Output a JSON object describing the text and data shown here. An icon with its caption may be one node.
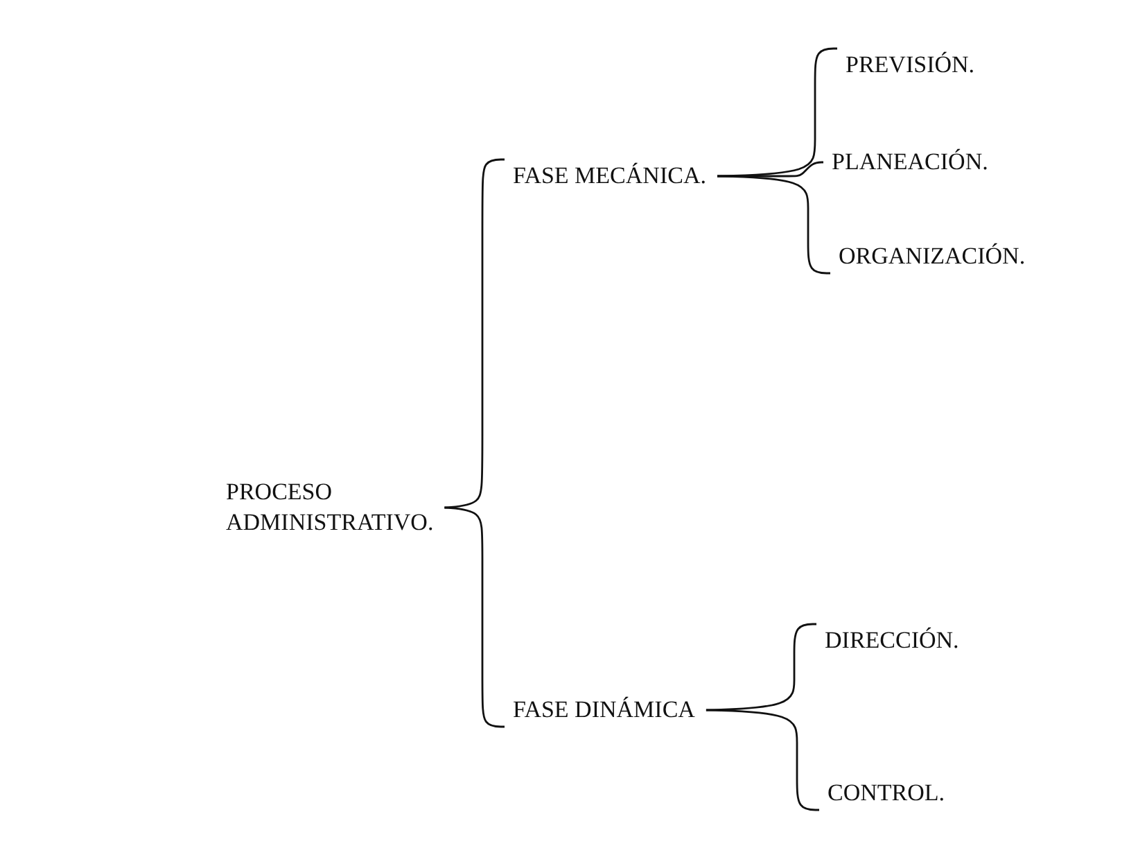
{
  "diagram": {
    "nodes": [
      {
        "text": [
          "PROCESO ADMINISTRATIVO."
        ]
      },
      {
        "text": [
          "FASE MECÁNICA."
        ]
      },
      {
        "text": [
          "PREVISIÓN."
        ]
      },
      {
        "text": [
          "PLANEACIÓN."
        ]
      },
      {
        "text": [
          "ORGANIZACIÓN."
        ]
      },
      {
        "text": [
          "FASE DINÁMICA"
        ]
      },
      {
        "text": [
          "DIRECCIÓN."
        ]
      },
      {
        "text": [
          "CONTROL."
        ]
      }
    ],
    "edges": [
      {
        "from": 0,
        "to": 1,
        "arrow": "none"
      },
      {
        "from": 0,
        "to": 5,
        "arrow": "none"
      },
      {
        "from": 1,
        "to": 2,
        "arrow": "none"
      },
      {
        "from": 1,
        "to": 3,
        "arrow": "none"
      },
      {
        "from": 1,
        "to": 4,
        "arrow": "none"
      },
      {
        "from": 5,
        "to": 6,
        "arrow": "none"
      },
      {
        "from": 5,
        "to": 7,
        "arrow": "none"
      }
    ]
  }
}
